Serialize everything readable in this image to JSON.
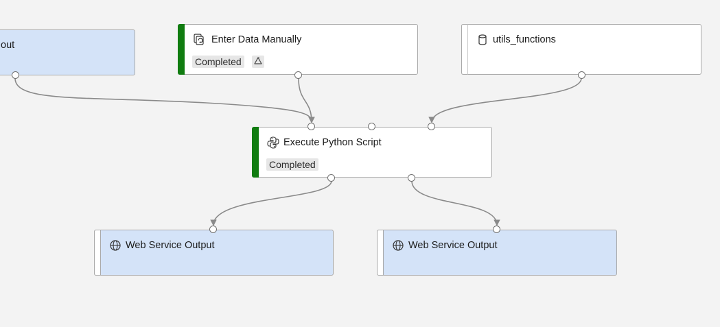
{
  "canvas": {
    "background": "#f3f3f3",
    "wire_color": "#8a8a8a"
  },
  "nodes": {
    "partial_left": {
      "title": "out",
      "style": "blue"
    },
    "enter_data": {
      "title": "Enter Data Manually",
      "status": "Completed",
      "icon": "dataset-icon",
      "badge_icon": "recycle-icon",
      "status_color": "#107c10"
    },
    "utils": {
      "title": "utils_functions",
      "icon": "database-icon"
    },
    "python": {
      "title": "Execute Python Script",
      "status": "Completed",
      "icon": "python-icon",
      "status_color": "#107c10"
    },
    "web_out_1": {
      "title": "Web Service Output",
      "icon": "globe-icon",
      "style": "blue"
    },
    "web_out_2": {
      "title": "Web Service Output",
      "icon": "globe-icon",
      "style": "blue"
    }
  }
}
